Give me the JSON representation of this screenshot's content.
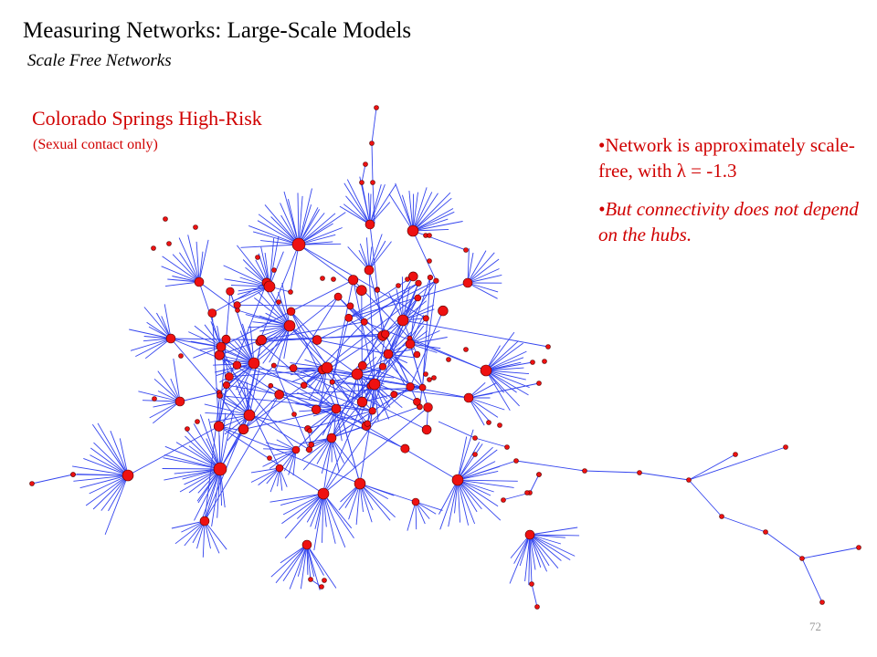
{
  "slide": {
    "title": "Measuring Networks: Large-Scale Models",
    "subtitle": "Scale Free Networks",
    "page_number": "72"
  },
  "network": {
    "title": "Colorado Springs High-Risk",
    "subtitle": "(Sexual contact only)",
    "edge_color": "#3344ee",
    "node_color": "#ee1111",
    "node_stroke": "#550000"
  },
  "notes": [
    {
      "bullet": "•",
      "text": "Network is approximately scale-free, with λ = -1.3",
      "italic": false
    },
    {
      "bullet": "•",
      "text": "But connectivity does not depend on the hubs.",
      "italic": true
    }
  ]
}
